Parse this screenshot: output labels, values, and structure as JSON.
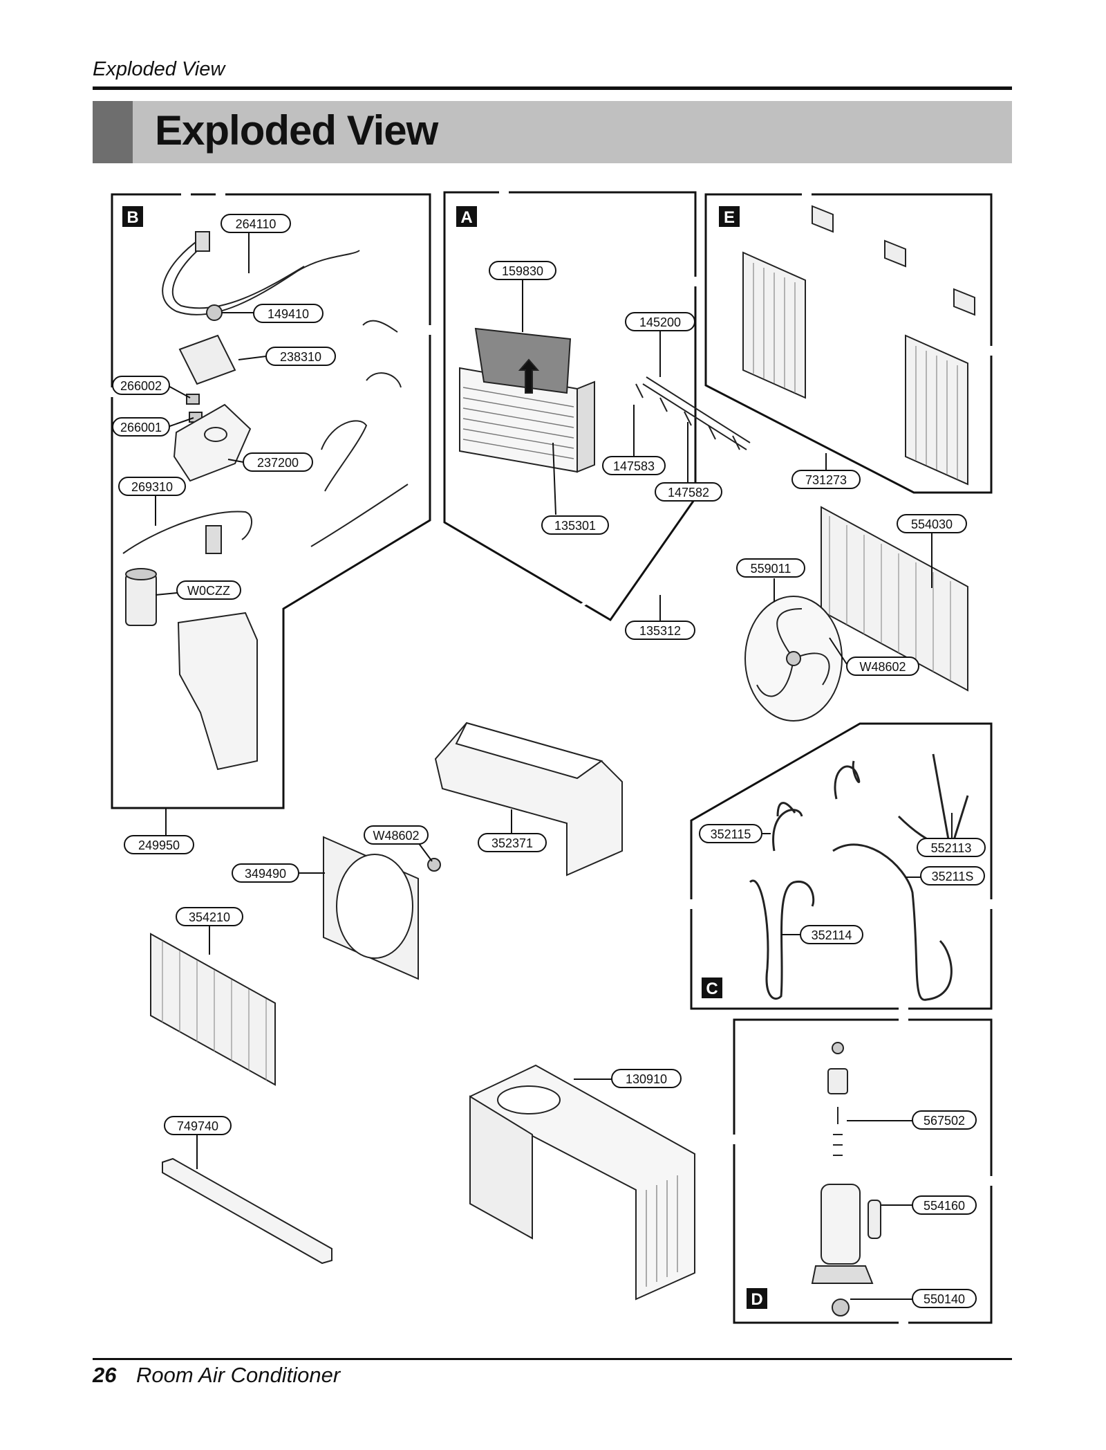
{
  "header": {
    "running_head": "Exploded View",
    "title": "Exploded View"
  },
  "footer": {
    "page_number": "26",
    "text": "Room Air Conditioner"
  },
  "sections": [
    {
      "letter": "B"
    },
    {
      "letter": "A"
    },
    {
      "letter": "E"
    },
    {
      "letter": "C"
    },
    {
      "letter": "D"
    }
  ],
  "callouts": [
    {
      "label": "264110"
    },
    {
      "label": "149410"
    },
    {
      "label": "238310"
    },
    {
      "label": "266002"
    },
    {
      "label": "266001"
    },
    {
      "label": "237200"
    },
    {
      "label": "269310"
    },
    {
      "label": "W0CZZ"
    },
    {
      "label": "249950"
    },
    {
      "label": "159830"
    },
    {
      "label": "145200"
    },
    {
      "label": "147583"
    },
    {
      "label": "147582"
    },
    {
      "label": "135301"
    },
    {
      "label": "135312"
    },
    {
      "label": "731273"
    },
    {
      "label": "554030"
    },
    {
      "label": "559011"
    },
    {
      "label": "W48602"
    },
    {
      "label": "352371"
    },
    {
      "label": "W48602"
    },
    {
      "label": "349490"
    },
    {
      "label": "354210"
    },
    {
      "label": "352115"
    },
    {
      "label": "552113"
    },
    {
      "label": "35211S"
    },
    {
      "label": "352114"
    },
    {
      "label": "130910"
    },
    {
      "label": "749740"
    },
    {
      "label": "567502"
    },
    {
      "label": "554160"
    },
    {
      "label": "550140"
    }
  ]
}
